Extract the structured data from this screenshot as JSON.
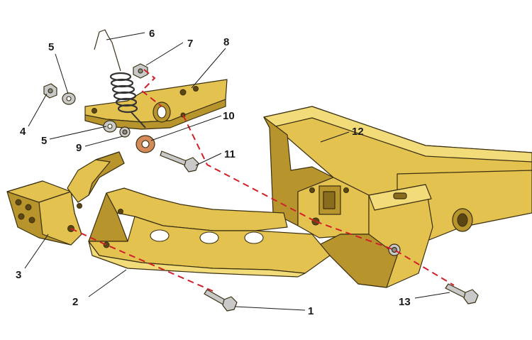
{
  "diagram": {
    "callouts": [
      {
        "id": "c1",
        "label": "1"
      },
      {
        "id": "c2",
        "label": "2"
      },
      {
        "id": "c3",
        "label": "3"
      },
      {
        "id": "c4",
        "label": "4"
      },
      {
        "id": "c5a",
        "label": "5"
      },
      {
        "id": "c5b",
        "label": "5"
      },
      {
        "id": "c6",
        "label": "6"
      },
      {
        "id": "c7",
        "label": "7"
      },
      {
        "id": "c8",
        "label": "8"
      },
      {
        "id": "c9",
        "label": "9"
      },
      {
        "id": "c10",
        "label": "10"
      },
      {
        "id": "c11",
        "label": "11"
      },
      {
        "id": "c12",
        "label": "12"
      },
      {
        "id": "c13",
        "label": "13"
      }
    ],
    "colors": {
      "part_fill": "#e3c250",
      "assembly_line": "#d0202a",
      "outline": "#3a2f10",
      "fastener": "#c9c9c9"
    }
  }
}
